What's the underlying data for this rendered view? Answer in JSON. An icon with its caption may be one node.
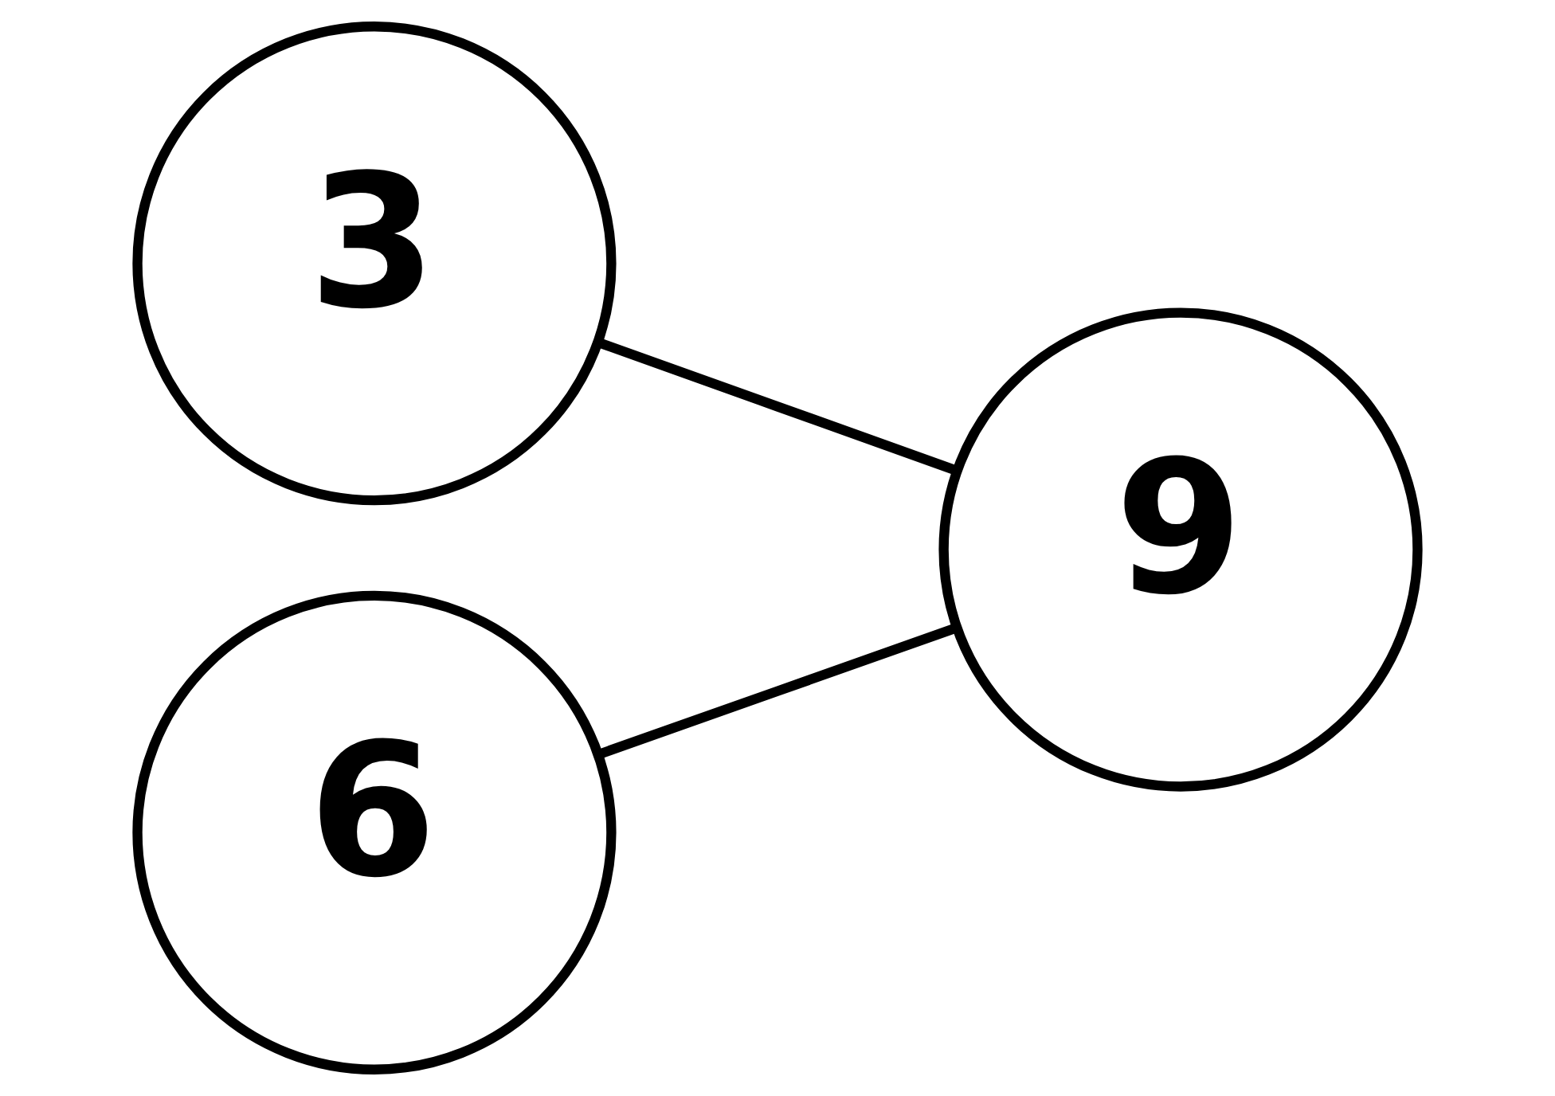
{
  "diagram": {
    "nodes": [
      {
        "text": [
          "3"
        ]
      },
      {
        "text": [
          "9"
        ]
      },
      {
        "text": [
          "6"
        ]
      }
    ],
    "edges": [
      {
        "from": 0,
        "to": 1,
        "arrow": "none"
      },
      {
        "from": 2,
        "to": 1,
        "arrow": "none"
      }
    ]
  }
}
